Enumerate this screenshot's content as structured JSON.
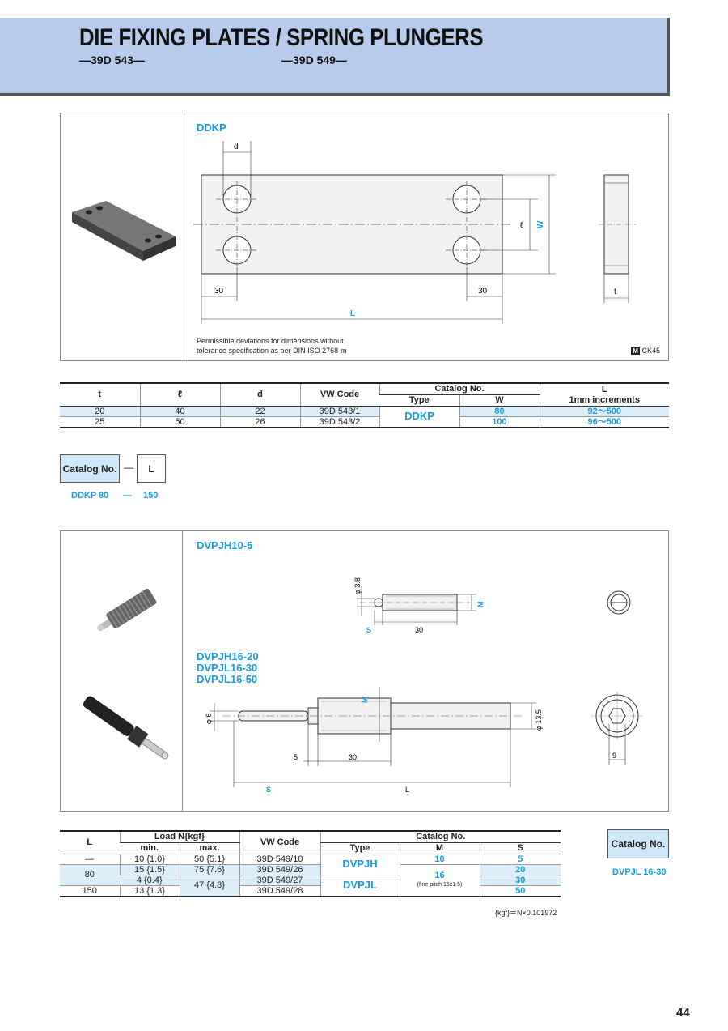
{
  "header": {
    "title": "DIE FIXING PLATES / SPRING PLUNGERS",
    "code_left": "—39D 543—",
    "code_right": "—39D 549—"
  },
  "ddkp_panel": {
    "label": "DDKP",
    "dims": {
      "d": "d",
      "l_small": "ℓ",
      "W": "W",
      "left30": "30",
      "right30": "30",
      "L": "L",
      "t": "t"
    },
    "note_line1": "Permissible deviations for dimensions without",
    "note_line2": "tolerance specification as per DIN ISO 2768-m",
    "material_mark": "M",
    "material": "CK45"
  },
  "ddkp_table": {
    "headers": {
      "t": "t",
      "l": "ℓ",
      "d": "d",
      "vw": "VW Code",
      "catalog": "Catalog No.",
      "type": "Type",
      "w": "W",
      "L": "L",
      "L_sub": "1mm increments"
    },
    "type_value": "DDKP",
    "rows": [
      {
        "t": "20",
        "l": "40",
        "d": "22",
        "vw": "39D 543/1",
        "w": "80",
        "L": "92～500"
      },
      {
        "t": "25",
        "l": "50",
        "d": "26",
        "vw": "39D 543/2",
        "w": "100",
        "L": "96～500"
      }
    ]
  },
  "order1": {
    "catalog_label": "Catalog No.",
    "dash": "—",
    "L_label": "L",
    "ex_part": "DDKP 80",
    "ex_dash": "—",
    "ex_L": "150"
  },
  "dvp_panel": {
    "label1": "DVPJH10-5",
    "label2a": "DVPJH16-20",
    "label2b": "DVPJL16-30",
    "label2c": "DVPJL16-50",
    "dims1": {
      "phi": "φ 3.8",
      "M": "M",
      "S": "S",
      "len": "30"
    },
    "dims2": {
      "M": "M",
      "phi6": "φ 6",
      "phi13": "φ 13.5",
      "five": "5",
      "thirty": "30",
      "S": "S",
      "L": "L",
      "nine": "9"
    }
  },
  "dvp_table": {
    "headers": {
      "L": "L",
      "load": "Load N{kgf}",
      "min": "min.",
      "max": "max.",
      "vw": "VW Code",
      "catalog": "Catalog No.",
      "type": "Type",
      "M": "M",
      "S": "S"
    },
    "rows": [
      {
        "L": "—",
        "min": "10 {1.0}",
        "max": "50 {5.1}",
        "vw": "39D 549/10",
        "S": "5"
      },
      {
        "L": "80",
        "min": "15 {1.5}",
        "max": "75 {7.6}",
        "vw": "39D 549/26",
        "S": "20"
      },
      {
        "L": "",
        "min": "4 {0.4}",
        "max": "47 {4.8}",
        "vw": "39D 549/27",
        "S": "30"
      },
      {
        "L": "150",
        "min": "13 {1.3}",
        "max": "",
        "vw": "39D 549/28",
        "S": "50"
      }
    ],
    "type_jh": "DVPJH",
    "type_jl": "DVPJL",
    "m_10": "10",
    "m_16": "16",
    "m_16_note": "(fine pitch 16x1.5)",
    "footnote": "{kgf}＝N×0.101972"
  },
  "order2": {
    "catalog_label": "Catalog No.",
    "example": "DVPJL 16-30"
  },
  "page_number": "44"
}
